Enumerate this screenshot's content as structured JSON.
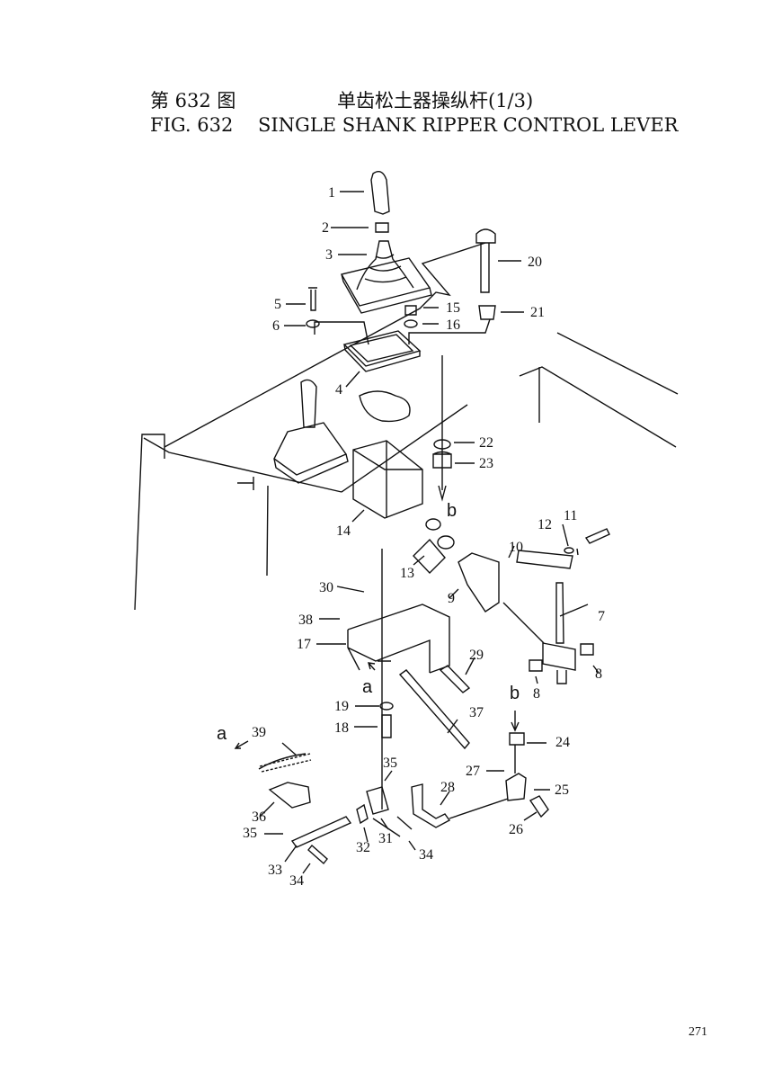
{
  "header": {
    "fig_cn": "第 632 图",
    "title_cn": "单齿松土器操纵杆(1/3)",
    "fig_en": "FIG. 632",
    "title_en": "SINGLE SHANK RIPPER CONTROL LEVER"
  },
  "parts": [
    "1",
    "2",
    "3",
    "4",
    "5",
    "6",
    "7",
    "8",
    "8",
    "9",
    "10",
    "11",
    "12",
    "13",
    "14",
    "15",
    "16",
    "17",
    "18",
    "19",
    "20",
    "21",
    "22",
    "23",
    "24",
    "25",
    "26",
    "27",
    "28",
    "29",
    "30",
    "31",
    "32",
    "33",
    "34",
    "34",
    "35",
    "35",
    "36",
    "37",
    "38",
    "39"
  ],
  "references": [
    "a",
    "a",
    "b",
    "b"
  ],
  "page_number": "271"
}
